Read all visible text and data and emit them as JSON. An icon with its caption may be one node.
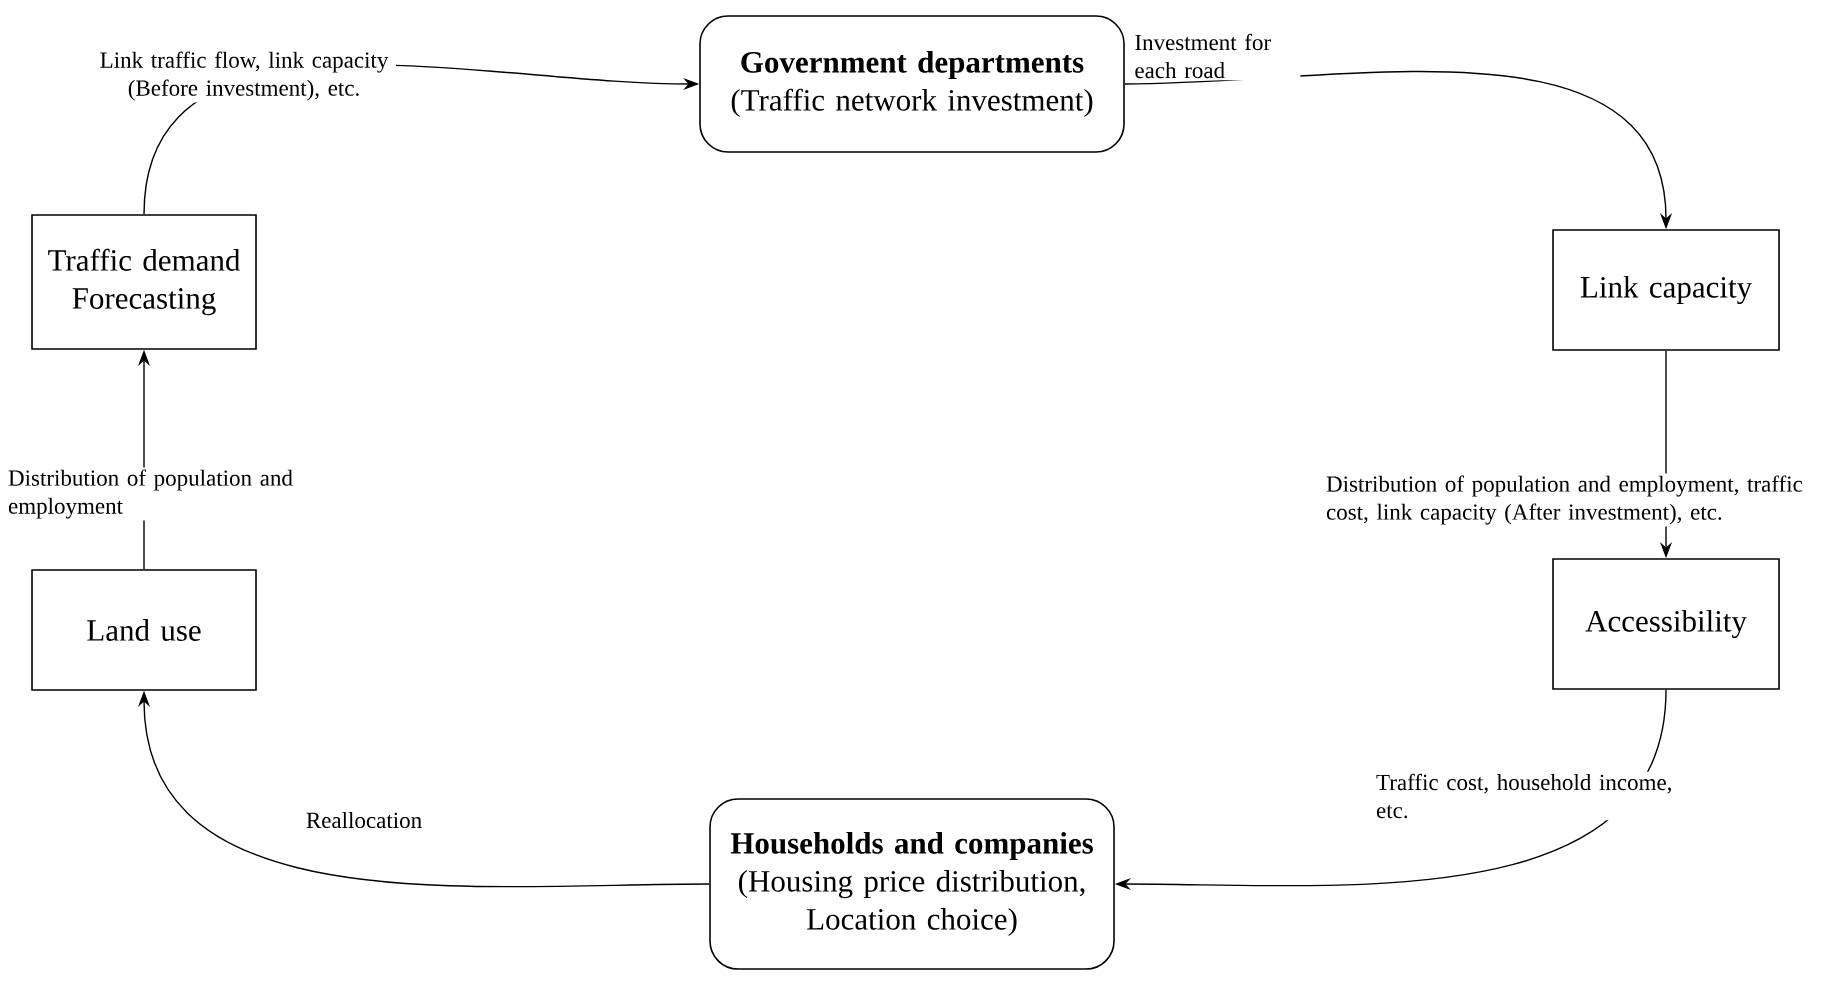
{
  "diagram": {
    "nodes": [
      {
        "text": [
          "Government departments",
          "(Traffic network investment)"
        ]
      },
      {
        "text": [
          "Link capacity"
        ]
      },
      {
        "text": [
          "Accessibility"
        ]
      },
      {
        "text": [
          "Households and companies",
          "(Housing price distribution, Location choice)"
        ]
      },
      {
        "text": [
          "Land use"
        ]
      },
      {
        "text": [
          "Traffic demand Forecasting"
        ]
      }
    ],
    "edges": [
      {
        "from": 0,
        "to": 1,
        "arrow": "to",
        "label": "Investment for each road"
      },
      {
        "from": 1,
        "to": 2,
        "arrow": "to",
        "label": "Distribution of population and employment, traffic cost, link capacity (After investment), etc."
      },
      {
        "from": 2,
        "to": 3,
        "arrow": "to",
        "label": "Traffic cost, household income, etc."
      },
      {
        "from": 3,
        "to": 4,
        "arrow": "to",
        "label": "Reallocation"
      },
      {
        "from": 4,
        "to": 5,
        "arrow": "to",
        "label": "Distribution of population and employment"
      },
      {
        "from": 5,
        "to": 0,
        "arrow": "to",
        "label": "Link traffic flow, link capacity (Before investment), etc."
      }
    ]
  }
}
